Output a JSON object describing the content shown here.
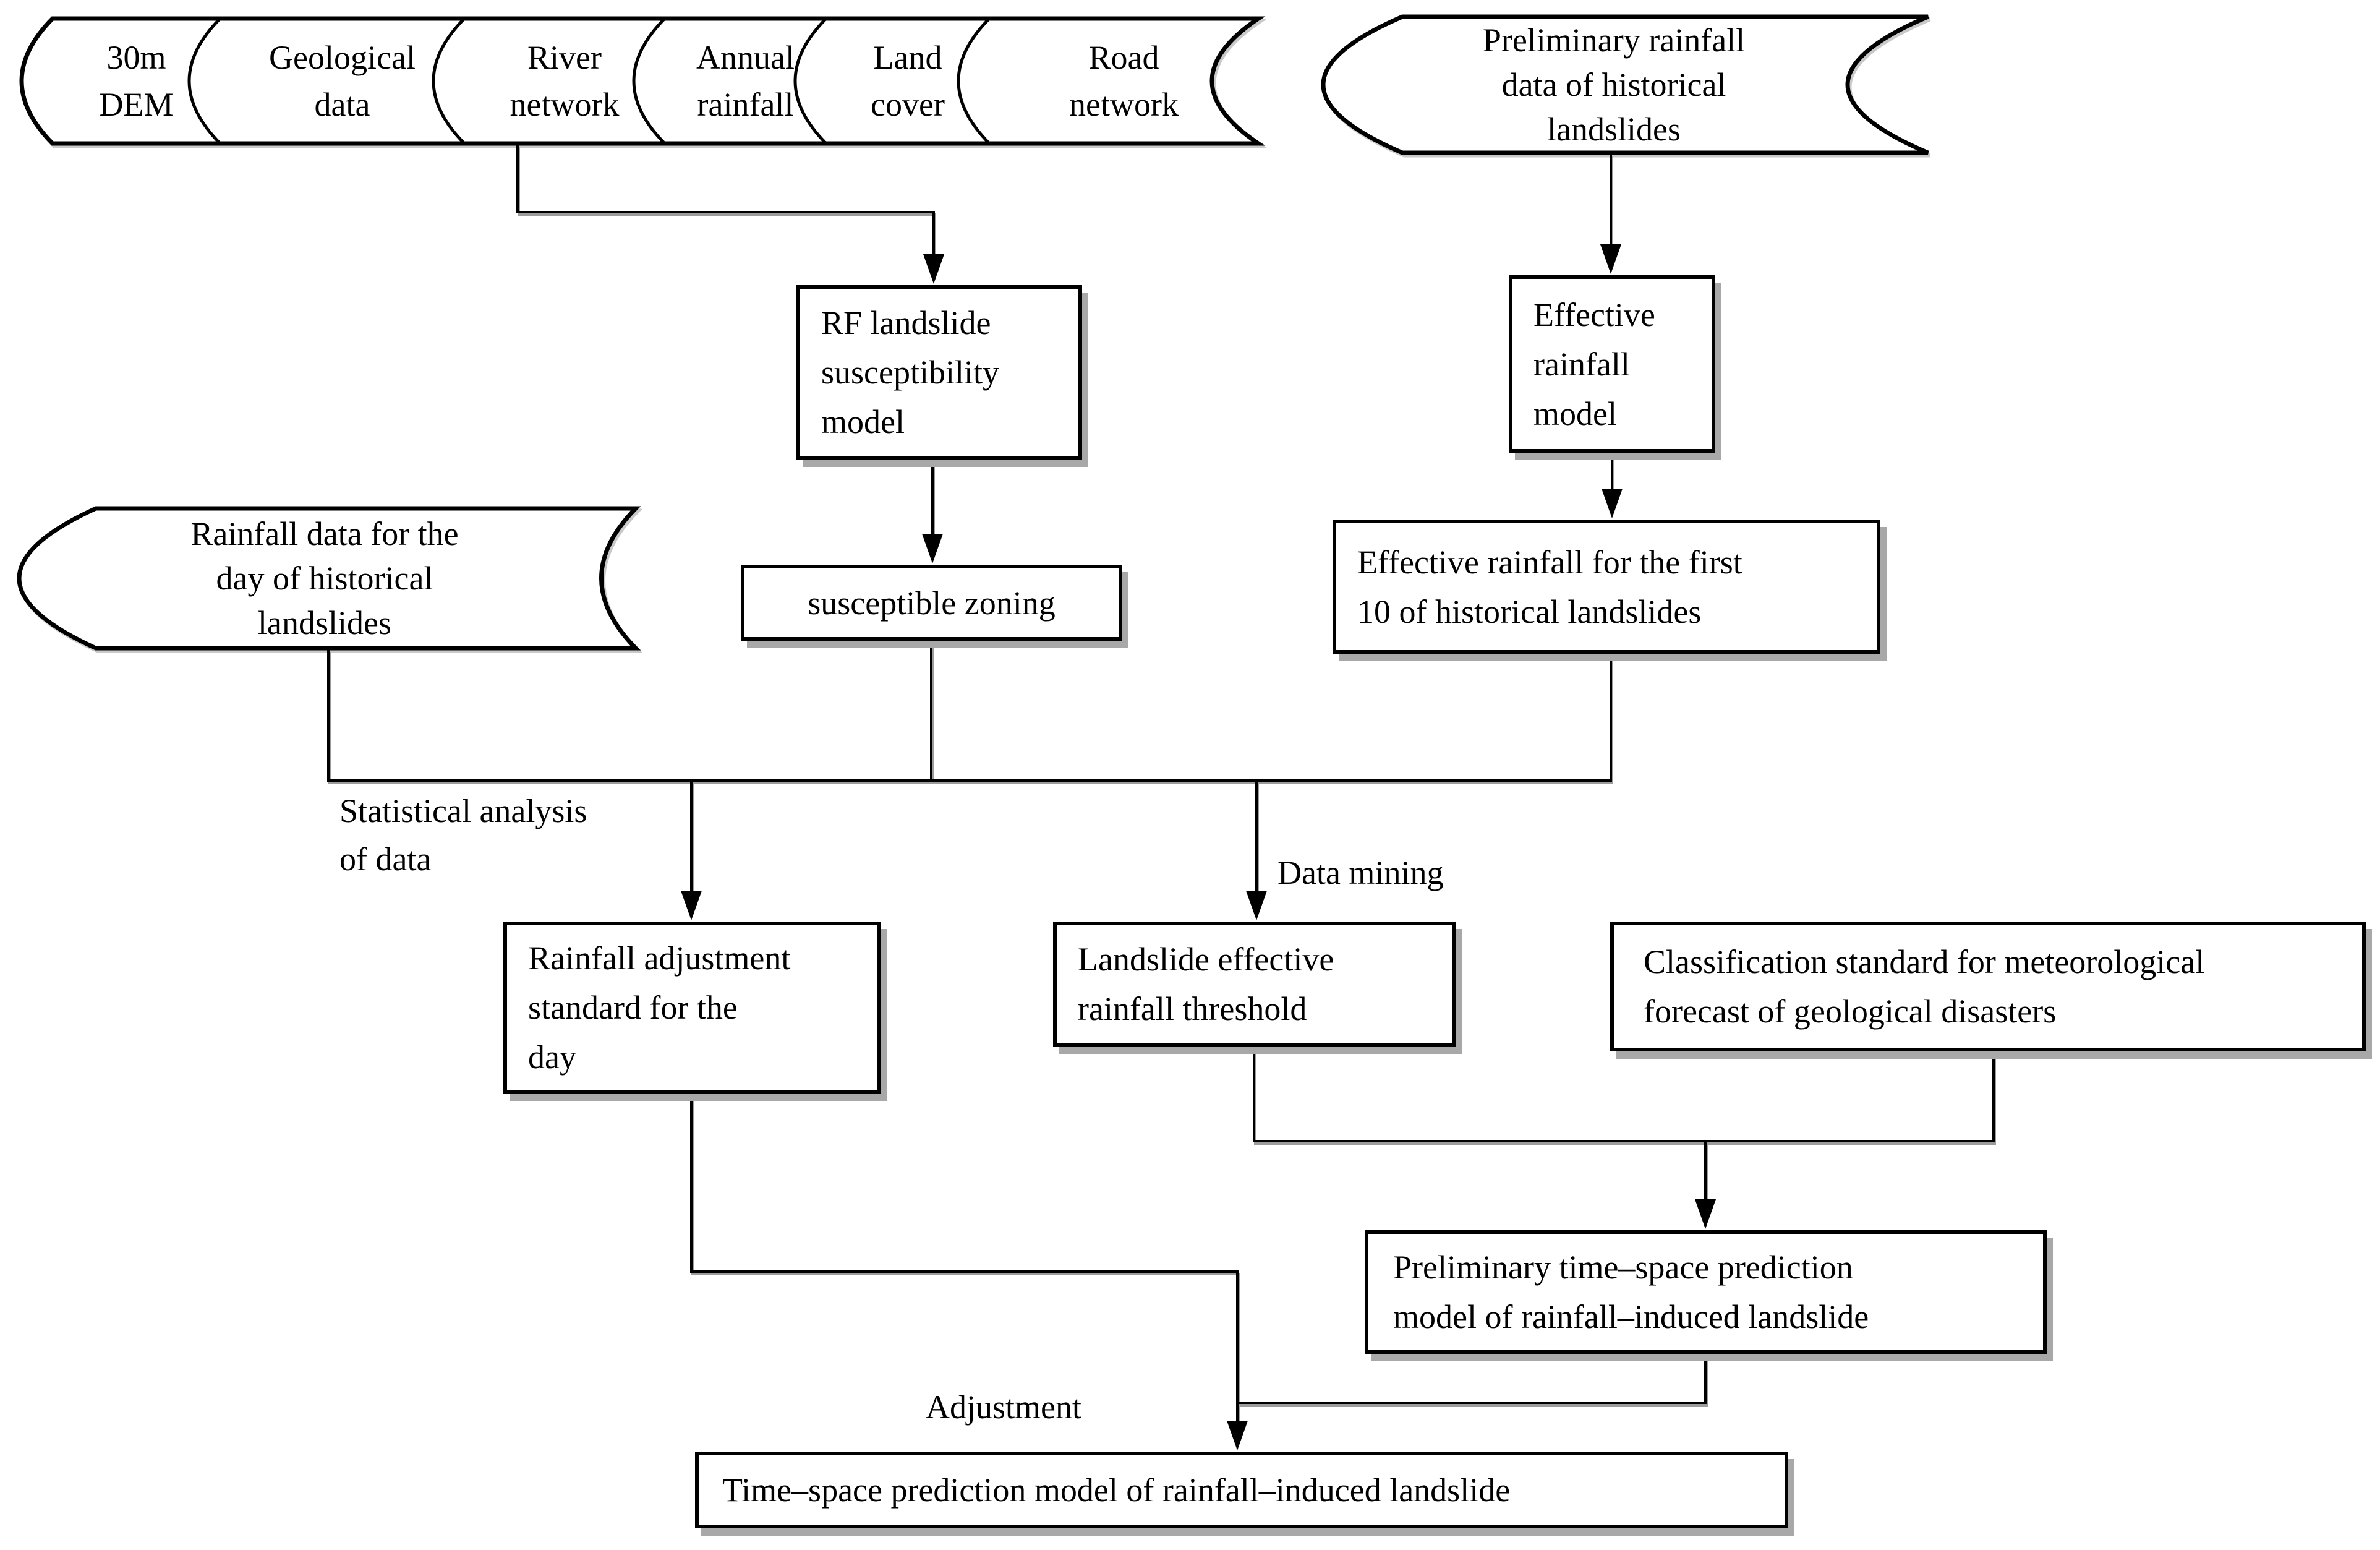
{
  "colors": {
    "line": "#000000",
    "shape_fill": "#ffffff",
    "text": "#000000",
    "shadow": "#a8a8a8"
  },
  "datastores": {
    "row": [
      {
        "lines": [
          "30m",
          "DEM"
        ]
      },
      {
        "lines": [
          "Geological",
          "data"
        ]
      },
      {
        "lines": [
          "River",
          "network"
        ]
      },
      {
        "lines": [
          "Annual",
          "rainfall"
        ]
      },
      {
        "lines": [
          "Land",
          "cover"
        ]
      },
      {
        "lines": [
          "Road",
          "network"
        ]
      }
    ],
    "preliminary_rainfall": {
      "lines": [
        "Preliminary rainfall",
        "data of historical",
        "landslides"
      ]
    },
    "rainfall_day": {
      "lines": [
        "Rainfall data for the",
        "day of historical",
        "landslides"
      ]
    }
  },
  "boxes": {
    "rf_model": {
      "lines": [
        "RF landslide",
        "susceptibility",
        "model"
      ]
    },
    "effective_model": {
      "lines": [
        "Effective",
        "rainfall",
        "model"
      ]
    },
    "susceptible_zoning": {
      "lines": [
        "susceptible zoning"
      ]
    },
    "effective_first10": {
      "lines": [
        "Effective rainfall for the first",
        "10 of historical landslides"
      ]
    },
    "rainfall_adjustment": {
      "lines": [
        "Rainfall adjustment",
        "standard for the",
        "day"
      ]
    },
    "landslide_threshold": {
      "lines": [
        "Landslide effective",
        "rainfall threshold"
      ]
    },
    "classification_standard": {
      "lines": [
        "Classification standard for meteorological",
        "forecast of geological disasters"
      ]
    },
    "preliminary_model": {
      "lines": [
        "Preliminary time–space prediction",
        "model of rainfall–induced landslide"
      ]
    },
    "final_model": {
      "lines": [
        "Time–space prediction model of rainfall–induced landslide"
      ]
    }
  },
  "labels": {
    "statistical_analysis": {
      "lines": [
        "Statistical analysis",
        "of data"
      ]
    },
    "data_mining": "Data mining",
    "adjustment": "Adjustment"
  }
}
